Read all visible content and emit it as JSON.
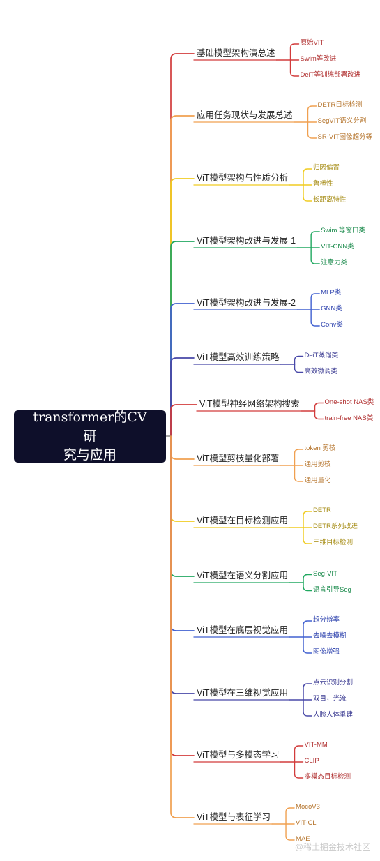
{
  "root": {
    "line1": "transformer的CV研",
    "line2": "究与应用"
  },
  "branches": [
    {
      "label": "基础模型架构演总述",
      "color": "#d23b3b",
      "leaf_color": "#b03030",
      "leaves": [
        "原始VIT",
        "Swim等改进",
        "DeiT等训练部署改进"
      ]
    },
    {
      "label": "应用任务现状与发展总述",
      "color": "#f0a050",
      "leaf_color": "#b5742c",
      "leaves": [
        "DETR目标检测",
        "SegVIT语义分割",
        "SR-VIT图像超分等"
      ]
    },
    {
      "label": "ViT模型架构与性质分析",
      "color": "#f0cc20",
      "leaf_color": "#a48a10",
      "leaves": [
        "归因偏置",
        "鲁棒性",
        "长距离特性"
      ]
    },
    {
      "label": "ViT模型架构改进与发展-1",
      "color": "#20a860",
      "leaf_color": "#168848",
      "leaves": [
        "Swim 等窗口类",
        "VIT-CNN类",
        "注意力类"
      ]
    },
    {
      "label": "ViT模型架构改进与发展-2",
      "color": "#4060d0",
      "leaf_color": "#3448b0",
      "leaves": [
        "MLP类",
        "GNN类",
        "Conv类"
      ]
    },
    {
      "label": "ViT模型高效训练策略",
      "color": "#4848a8",
      "leaf_color": "#383890",
      "leaves": [
        "DeiT蒸馏类",
        "高效微调类"
      ]
    },
    {
      "label": "ViT模型神经网络架构搜索",
      "color": "#d23b3b",
      "leaf_color": "#b03030",
      "leaves": [
        "One-shot NAS类",
        "train-free NAS类"
      ]
    },
    {
      "label": "ViT模型剪枝量化部署",
      "color": "#f0a050",
      "leaf_color": "#b5742c",
      "leaves": [
        "token 剪枝",
        "通用剪枝",
        "通用量化"
      ]
    },
    {
      "label": "ViT模型在目标检测应用",
      "color": "#f0cc20",
      "leaf_color": "#a48a10",
      "leaves": [
        "DETR",
        "DETR系列改进",
        "三维目标检测"
      ]
    },
    {
      "label": "ViT模型在语义分割应用",
      "color": "#20a860",
      "leaf_color": "#168848",
      "leaves": [
        "Seg-VIT",
        "语言引导Seg"
      ]
    },
    {
      "label": "ViT模型在底层视觉应用",
      "color": "#4060d0",
      "leaf_color": "#3448b0",
      "leaves": [
        "超分辨率",
        "去噪去模糊",
        "图像增强"
      ]
    },
    {
      "label": "ViT模型在三维视觉应用",
      "color": "#4848a8",
      "leaf_color": "#383890",
      "leaves": [
        "点云识别分割",
        "双目，光流",
        "人脸人体重建"
      ]
    },
    {
      "label": "ViT模型与多模态学习",
      "color": "#d23b3b",
      "leaf_color": "#b03030",
      "leaves": [
        "VIT-MM",
        "CLIP",
        "多模态目标检测"
      ]
    },
    {
      "label": "ViT模型与表征学习",
      "color": "#f0a050",
      "leaf_color": "#b5742c",
      "leaves": [
        "MocoV3",
        "VIT-CL",
        "MAE"
      ]
    }
  ],
  "watermark": "@稀土掘金技术社区"
}
